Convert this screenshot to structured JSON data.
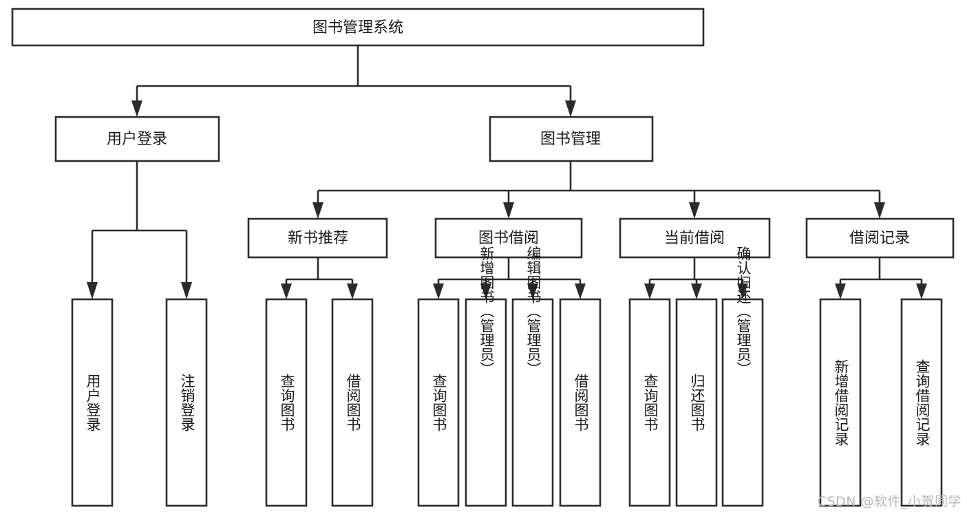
{
  "diagram": {
    "title": "图书管理系统",
    "type": "tree-hierarchy",
    "root": {
      "id": "root",
      "label": "图书管理系统"
    },
    "level2": [
      {
        "id": "user-login",
        "label": "用户登录"
      },
      {
        "id": "book-manage",
        "label": "图书管理"
      }
    ],
    "level3": [
      {
        "id": "new-book-recommend",
        "label": "新书推荐",
        "parent": "book-manage"
      },
      {
        "id": "book-borrow",
        "label": "图书借阅",
        "parent": "book-manage"
      },
      {
        "id": "current-borrow",
        "label": "当前借阅",
        "parent": "book-manage"
      },
      {
        "id": "borrow-record",
        "label": "借阅记录",
        "parent": "book-manage"
      }
    ],
    "leaves": [
      {
        "id": "leaf-user-login",
        "label": "用户登录",
        "parent": "user-login"
      },
      {
        "id": "leaf-logout-login",
        "label": "注销登录",
        "parent": "user-login"
      },
      {
        "id": "leaf-query-book-1",
        "label": "查询图书",
        "parent": "new-book-recommend"
      },
      {
        "id": "leaf-borrow-book-1",
        "label": "借阅图书",
        "parent": "new-book-recommend"
      },
      {
        "id": "leaf-query-book-2",
        "label": "查询图书",
        "parent": "book-borrow"
      },
      {
        "id": "leaf-add-book",
        "label": "新增图书（管理员）",
        "parent": "book-borrow"
      },
      {
        "id": "leaf-edit-book",
        "label": "编辑图书（管理员）",
        "parent": "book-borrow"
      },
      {
        "id": "leaf-borrow-book-2",
        "label": "借阅图书",
        "parent": "book-borrow"
      },
      {
        "id": "leaf-query-book-3",
        "label": "查询图书",
        "parent": "current-borrow"
      },
      {
        "id": "leaf-return-book",
        "label": "归还图书",
        "parent": "current-borrow"
      },
      {
        "id": "leaf-confirm-return",
        "label": "确认归还（管理员）",
        "parent": "current-borrow"
      },
      {
        "id": "leaf-add-record",
        "label": "新增借阅记录",
        "parent": "borrow-record"
      },
      {
        "id": "leaf-query-record",
        "label": "查询借阅记录",
        "parent": "borrow-record"
      }
    ]
  },
  "watermark": {
    "text": "CSDN @软件_小贺同学"
  },
  "colors": {
    "box_stroke": "#2b2b2b",
    "box_fill": "#ffffff",
    "text": "#1a1a1a",
    "watermark": "#b8b8b8",
    "background": "#ffffff"
  }
}
